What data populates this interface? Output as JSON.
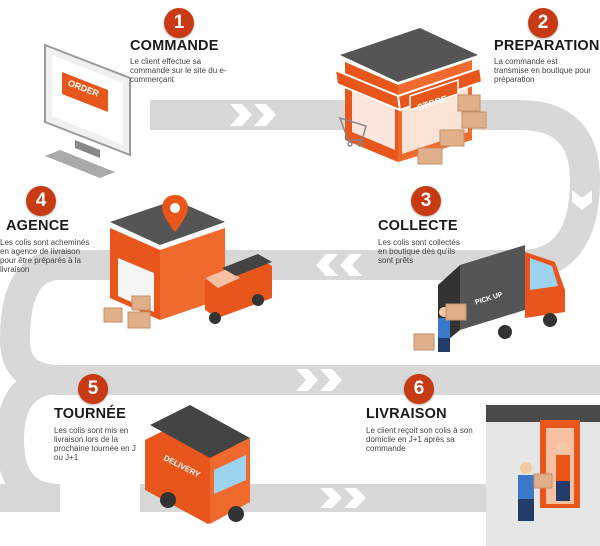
{
  "steps": [
    {
      "number": "1",
      "title": "COMMANDE",
      "desc": "Le client effectue sa commande sur le site du e-commerçant"
    },
    {
      "number": "2",
      "title": "PREPARATION",
      "desc": "La commande est transmise en boutique pour préparation"
    },
    {
      "number": "3",
      "title": "COLLECTE",
      "desc": "Les colis sont collectés en boutique dès qu'ils sont prêts"
    },
    {
      "number": "4",
      "title": "AGENCE",
      "desc": "Les colis sont acheminés en agence de livraison pour être préparés à la livraison"
    },
    {
      "number": "5",
      "title": "TOURNÉE",
      "desc": "Les colis sont mis en livraison lors de la prochaine tournée en J ou J+1"
    },
    {
      "number": "6",
      "title": "LIVRAISON",
      "desc": "Le client reçoit son colis à son domicile en J+1 après sa commande"
    }
  ],
  "signs": {
    "order": "ORDER",
    "store": "STORE",
    "pickup": "PICK UP",
    "delivery": "DELIVERY"
  },
  "colors": {
    "accent": "#e8561b",
    "badge": "#c83a14",
    "road": "#d6d6d6",
    "arrow": "#ffffff"
  }
}
